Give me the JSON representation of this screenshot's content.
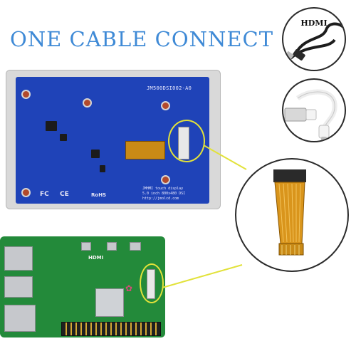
{
  "headline": "ONE CABLE CONNECT",
  "hdmi_label": "HDMI",
  "lcd": {
    "model": "JM500DSI002-A0",
    "info_lines": [
      "JMHMI touch display",
      "5.0 inch 800x480 DSI",
      "http://jmolcd.com"
    ],
    "marks": [
      "FC",
      "CE",
      "RoHS"
    ]
  },
  "rpi": {
    "hdmi_label": "HDMI"
  },
  "colors": {
    "headline": "#3f8ad6",
    "pcb_blue": "#1f43b8",
    "rpi_green": "#238a3a",
    "highlight": "#e2e23a",
    "ffc": "#c98a16"
  },
  "icons": [
    "hdmi-cable-icon",
    "usb-c-cable-icon",
    "ffc-cable-icon"
  ]
}
